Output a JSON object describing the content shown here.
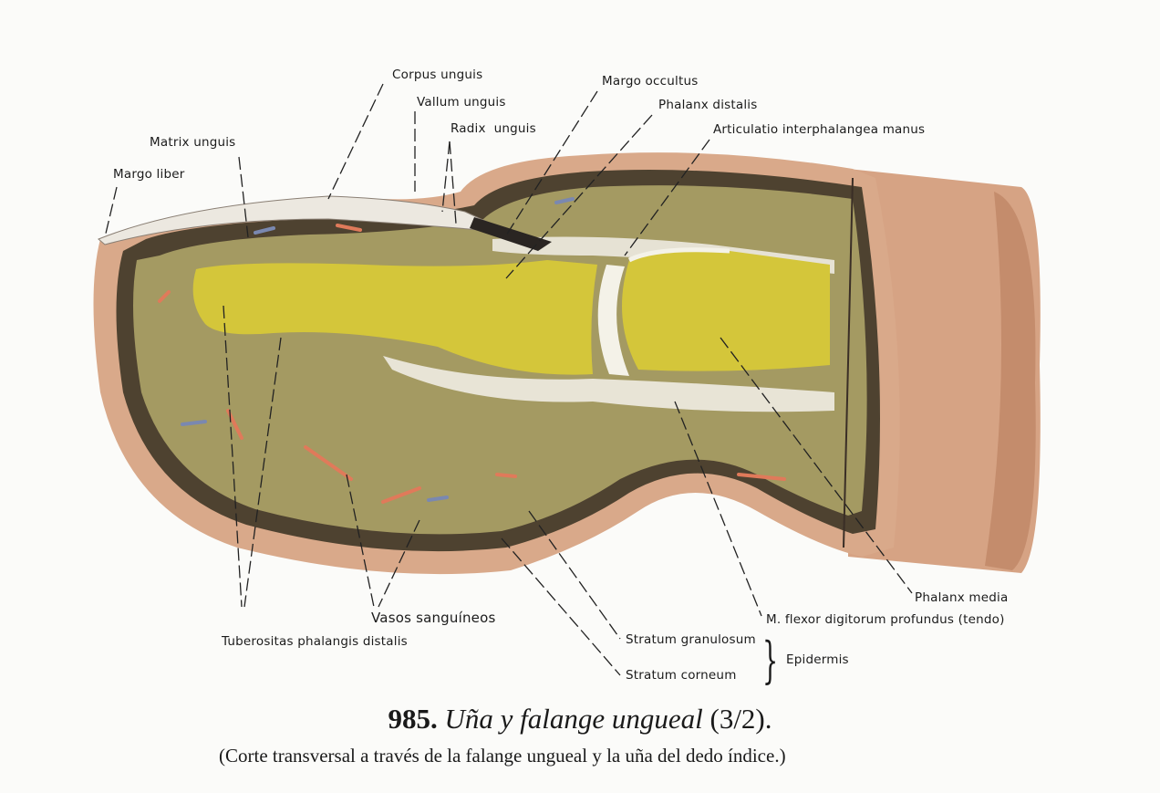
{
  "figure": {
    "number": "985.",
    "title": "Uña y falange ungueal",
    "scale": "(3/2).",
    "subtitle": "(Corte transversal a través de la falange ungueal y la uña del dedo índice.)"
  },
  "labels": {
    "corpus_unguis": "Corpus unguis",
    "vallum_unguis": "Vallum unguis",
    "radix_unguis": "Radix  unguis",
    "margo_occultus": "Margo occultus",
    "phalanx_distalis": "Phalanx distalis",
    "articulatio": "Articulatio interphalangea manus",
    "matrix_unguis": "Matrix unguis",
    "margo_liber": "Margo liber",
    "vasos": "Vasos sanguíneos",
    "tuberositas": "Tuberositas phalangis distalis",
    "phalanx_media": "Phalanx media",
    "flexor": "M. flexor digitorum profundus (tendo)",
    "stratum_granulosum": "Stratum granulosum",
    "stratum_corneum": "Stratum corneum",
    "epidermis": "Epidermis"
  },
  "colors": {
    "skin": "#d9a98a",
    "dermis": "#9a8f5a",
    "bone": "#d7c83a",
    "paper": "#fbfbf9"
  }
}
